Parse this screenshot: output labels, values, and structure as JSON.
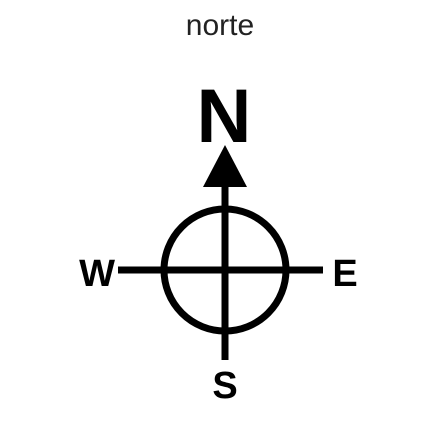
{
  "title": "norte",
  "compass": {
    "north": "N",
    "south": "S",
    "east": "E",
    "west": "W"
  },
  "colors": {
    "ink": "#000000",
    "background": "#ffffff",
    "title": "#222222"
  }
}
